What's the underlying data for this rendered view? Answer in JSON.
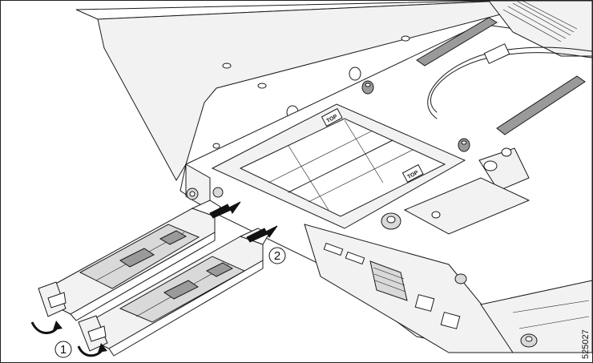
{
  "figure": {
    "figure_id": "525027",
    "callouts": [
      {
        "number": "1"
      },
      {
        "number": "2"
      }
    ],
    "module_labels": [
      "TOP",
      "TOP"
    ]
  }
}
